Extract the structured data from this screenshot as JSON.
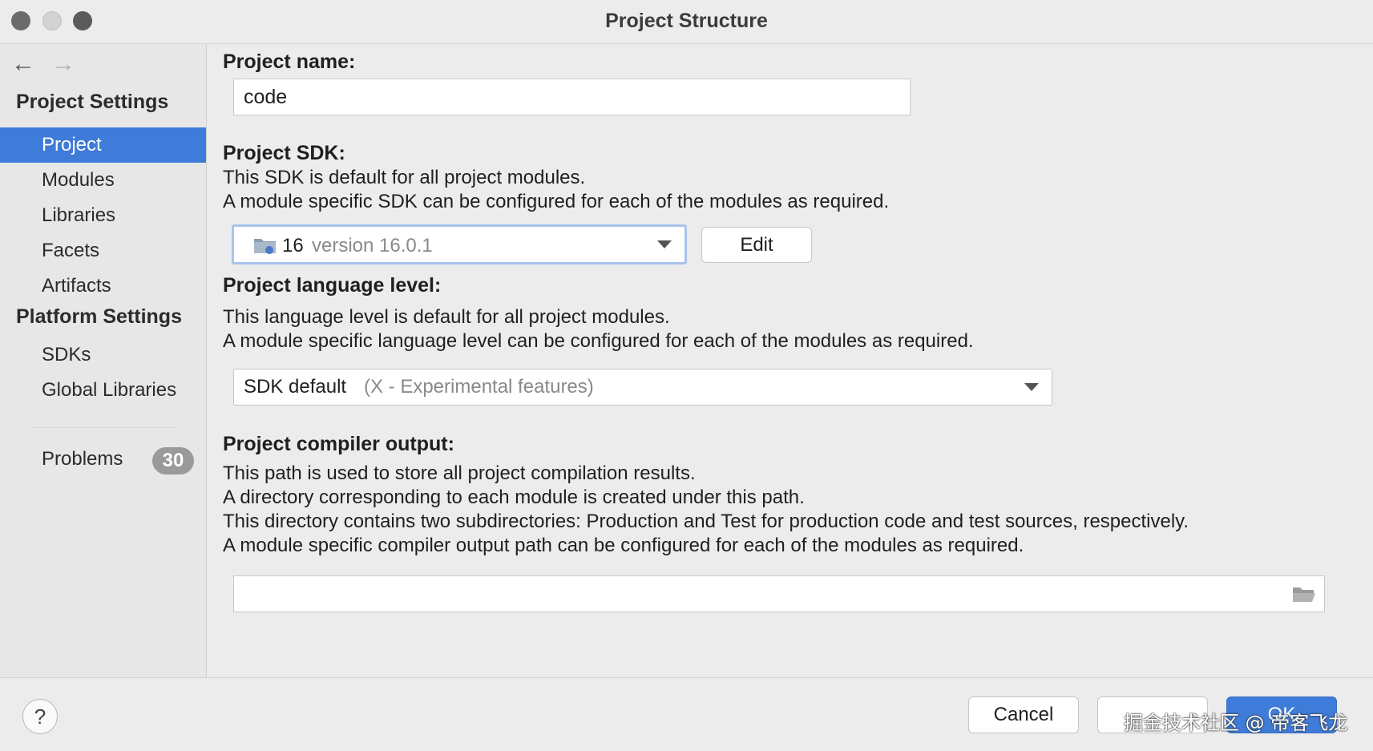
{
  "window": {
    "title": "Project Structure"
  },
  "sidebar": {
    "back_icon": "←",
    "forward_icon": "→",
    "project_settings_title": "Project Settings",
    "project_settings_items": [
      "Project",
      "Modules",
      "Libraries",
      "Facets",
      "Artifacts"
    ],
    "selected_item": "Project",
    "platform_settings_title": "Platform Settings",
    "platform_settings_items": [
      "SDKs",
      "Global Libraries"
    ],
    "problems_label": "Problems",
    "problems_count": "30"
  },
  "main": {
    "project_name": {
      "label": "Project name:",
      "value": "code"
    },
    "project_sdk": {
      "label": "Project SDK:",
      "desc1": "This SDK is default for all project modules.",
      "desc2": "A module specific SDK can be configured for each of the modules as required.",
      "sdk_name": "16",
      "sdk_version": "version 16.0.1",
      "edit_label": "Edit"
    },
    "language_level": {
      "label": "Project language level:",
      "desc1": "This language level is default for all project modules.",
      "desc2": "A module specific language level can be configured for each of the modules as required.",
      "value": "SDK default",
      "value_detail": "(X - Experimental features)"
    },
    "compiler_output": {
      "label": "Project compiler output:",
      "desc1": "This path is used to store all project compilation results.",
      "desc2": "A directory corresponding to each module is created under this path.",
      "desc3": "This directory contains two subdirectories: Production and Test for production code and test sources, respectively.",
      "desc4": "A module specific compiler output path can be configured for each of the modules as required.",
      "value": ""
    }
  },
  "footer": {
    "help_label": "?",
    "cancel_label": "Cancel",
    "apply_label": "",
    "ok_label": "OK",
    "watermark": "掘金技术社区 @ 帝客飞龙"
  },
  "colors": {
    "accent": "#3f7bd8",
    "background": "#ececec",
    "sidebar": "#e7e7e7"
  }
}
